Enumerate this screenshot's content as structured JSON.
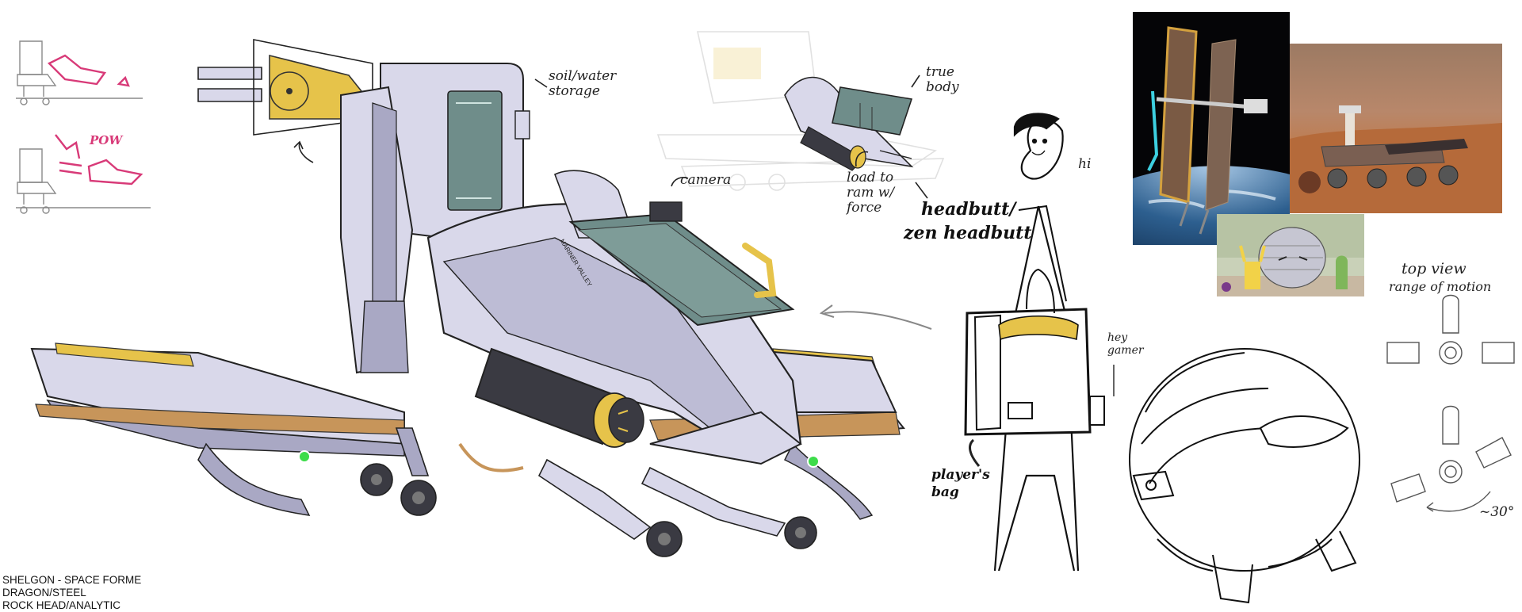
{
  "caption": {
    "line1": "SHELGON - SPACE FORME",
    "line2": "DRAGON/STEEL",
    "line3": "ROCK HEAD/ANALYTIC"
  },
  "annotations": {
    "soil_water": "soil/water storage",
    "camera": "camera",
    "true_body": "true body",
    "load_ram": "load to ram w/ force",
    "headbutt_1": "headbutt/",
    "headbutt_2": "zen headbutt",
    "hi": "hi",
    "hey_gamer": "hey gamer",
    "players_bag": "player's bag",
    "top_view_1": "top view",
    "top_view_2": "range of motion",
    "angle": "~30°",
    "pow": "POW",
    "hull_text": "MARINER VALLEY"
  },
  "colors": {
    "hull": "#d9d8ea",
    "hull_shadow": "#a9a8c4",
    "accent_yellow": "#e6c34a",
    "deck_wood": "#c7955a",
    "dark_metal": "#3a3a42",
    "glass": "#6f8d8a",
    "led_green": "#3ddc4a",
    "pink_sketch": "#d83a78",
    "ink": "#222222"
  }
}
